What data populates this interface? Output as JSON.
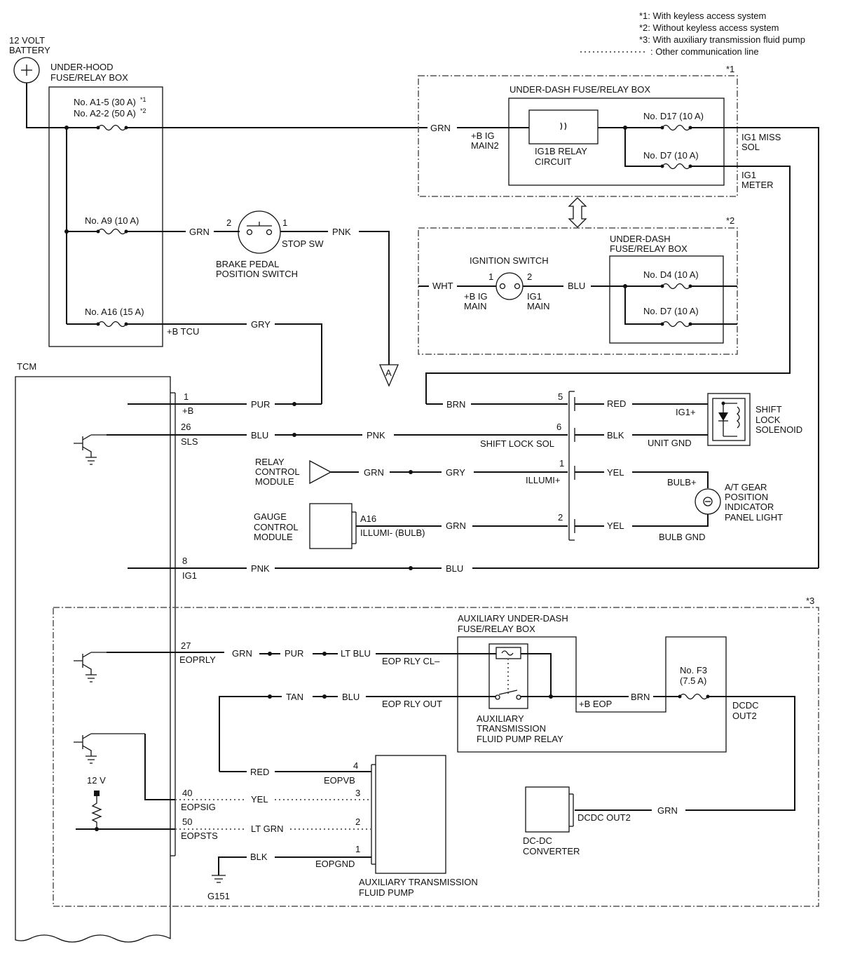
{
  "legend": {
    "n1": "*1: With keyless access system",
    "n2": "*2: Without keyless access system",
    "n3": "*3: With auxiliary transmission fluid pump",
    "other": ": Other communication line"
  },
  "battery": {
    "l1": "12 VOLT",
    "l2": "BATTERY"
  },
  "underhood": {
    "l1": "UNDER-HOOD",
    "l2": "FUSE/RELAY BOX",
    "fuse_a15": "No. A1-5 (30 A)",
    "fuse_a22": "No. A2-2 (50 A)",
    "sup1": "*1",
    "sup2": "*2",
    "fuse_a9": "No. A9 (10 A)",
    "fuse_a16": "No. A16 (15 A)",
    "btcu": "+B TCU"
  },
  "variant1": {
    "mark": "*1",
    "box_title": "UNDER-DASH FUSE/RELAY BOX",
    "main2_l1": "+B IG",
    "main2_l2": "MAIN2",
    "relay_l1": "IG1B RELAY",
    "relay_l2": "CIRCUIT",
    "fuse_d17": "No. D17 (10 A)",
    "fuse_d7": "No. D7 (10 A)",
    "out1_l1": "IG1 MISS",
    "out1_l2": "SOL",
    "out2_l1": "IG1",
    "out2_l2": "METER"
  },
  "variant2": {
    "mark": "*2",
    "ign_title": "IGNITION SWITCH",
    "pin1": "1",
    "pin2": "2",
    "main_l1": "+B IG",
    "main_l2": "MAIN",
    "ig1_l1": "IG1",
    "ig1_l2": "MAIN",
    "box_l1": "UNDER-DASH",
    "box_l2": "FUSE/RELAY BOX",
    "fuse_d4": "No. D4 (10 A)",
    "fuse_d7": "No. D7 (10 A)"
  },
  "brake": {
    "pin2": "2",
    "pin1": "1",
    "stop": "STOP SW",
    "l1": "BRAKE PEDAL",
    "l2": "POSITION SWITCH"
  },
  "connector_a": "A",
  "tcm": {
    "title": "TCM",
    "p1": "1",
    "p1n": "+B",
    "p26": "26",
    "p26n": "SLS",
    "p8": "8",
    "p8n": "IG1",
    "p27": "27",
    "p27n": "EOPRLY",
    "p40": "40",
    "p40n": "EOPSIG",
    "p50": "50",
    "p50n": "EOPSTS",
    "v12": "12 V"
  },
  "wires": {
    "grn": "GRN",
    "pnk": "PNK",
    "gry": "GRY",
    "pur": "PUR",
    "blu": "BLU",
    "wht": "WHT",
    "brn": "BRN",
    "red": "RED",
    "blk": "BLK",
    "yel": "YEL",
    "tan": "TAN",
    "ltblu": "LT BLU",
    "ltgrn": "LT GRN"
  },
  "shiftlock": {
    "p5": "5",
    "p6": "6",
    "p1": "1",
    "p2": "2",
    "sol_name": "SHIFT LOCK SOL",
    "illumi": "ILLUMI+",
    "ig1p": "IG1+",
    "unitgnd": "UNIT GND",
    "bulbp": "BULB+",
    "bulbgnd": "BULB GND",
    "s_l1": "SHIFT",
    "s_l2": "LOCK",
    "s_l3": "SOLENOID",
    "g_l1": "A/T GEAR",
    "g_l2": "POSITION",
    "g_l3": "INDICATOR",
    "g_l4": "PANEL LIGHT"
  },
  "relaymod": {
    "l1": "RELAY",
    "l2": "CONTROL",
    "l3": "MODULE"
  },
  "gauge": {
    "l1": "GAUGE",
    "l2": "CONTROL",
    "l3": "MODULE",
    "pin": "A16",
    "pinname": "ILLUMI- (BULB)"
  },
  "variant3": {
    "mark": "*3",
    "aux_l1": "AUXILIARY UNDER-DASH",
    "aux_l2": "FUSE/RELAY BOX",
    "rlycl": "EOP RLY CL–",
    "rlyout": "EOP RLY OUT",
    "beop": "+B EOP",
    "fuse_f3_l1": "No. F3",
    "fuse_f3_l2": "(7.5 A)",
    "dcdc_l1": "DCDC",
    "dcdc_l2": "OUT2",
    "relay_l1": "AUXILIARY",
    "relay_l2": "TRANSMISSION",
    "relay_l3": "FLUID PUMP RELAY",
    "pump_p4": "4",
    "pump_p3": "3",
    "pump_p2": "2",
    "pump_p1": "1",
    "eopvb": "EOPVB",
    "eopgnd": "EOPGND",
    "pump_l1": "AUXILIARY TRANSMISSION",
    "pump_l2": "FLUID PUMP",
    "dcdcout2": "DCDC OUT2",
    "conv_l1": "DC-DC",
    "conv_l2": "CONVERTER",
    "ground": "G151"
  }
}
